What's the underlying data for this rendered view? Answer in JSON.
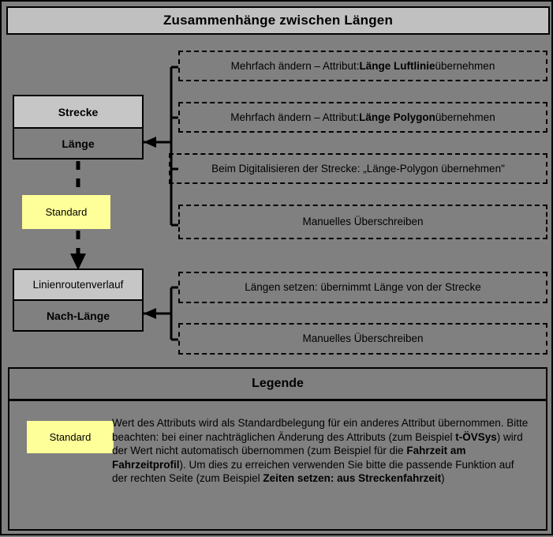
{
  "diagram": {
    "title": "Zusammenhänge zwischen Längen",
    "colors": {
      "background": "#808080",
      "title_bar": "#c0c0c0",
      "entity_header": "#c6c6c6",
      "standard_tag": "#ffff99",
      "line": "#000000"
    }
  },
  "entities": [
    {
      "id": "strecke",
      "header": "Strecke",
      "attribute": "Länge"
    },
    {
      "id": "linienroutenverlauf",
      "header": "Linienroutenverlauf",
      "attribute": "Nach-Länge"
    }
  ],
  "standard_tag_label": "Standard",
  "strecke_options": [
    {
      "text_parts": [
        {
          "t": "Mehrfach ändern – Attribut: ",
          "b": false
        },
        {
          "t": "Länge Luftlinie",
          "b": true
        },
        {
          "t": " übernehmen",
          "b": false
        }
      ]
    },
    {
      "text_parts": [
        {
          "t": "Mehrfach ändern – Attribut: ",
          "b": false
        },
        {
          "t": "Länge Polygon",
          "b": true
        },
        {
          "t": " übernehmen",
          "b": false
        }
      ]
    },
    {
      "text_parts": [
        {
          "t": "Beim Digitalisieren der Strecke: „Länge-Polygon übernehmen\"",
          "b": false
        }
      ]
    },
    {
      "text_parts": [
        {
          "t": "Manuelles Überschreiben",
          "b": false
        }
      ]
    }
  ],
  "linie_options": [
    {
      "text_parts": [
        {
          "t": "Längen setzen: übernimmt Länge von der Strecke",
          "b": false
        }
      ]
    },
    {
      "text_parts": [
        {
          "t": "Manuelles Überschreiben",
          "b": false
        }
      ]
    }
  ],
  "legend": {
    "title": "Legende",
    "standard_label": "Standard",
    "description_parts": [
      {
        "t": "Wert des Attributs wird als Standardbelegung für ein anderes Attribut übernommen. Bitte beachten: bei einer nachträglichen Änderung des Attributs (zum Beispiel ",
        "b": false
      },
      {
        "t": "t-ÖVSys",
        "b": true
      },
      {
        "t": ") wird der Wert nicht automatisch übernommen (zum Beispiel für die ",
        "b": false
      },
      {
        "t": "Fahrzeit am Fahrzeitprofil",
        "b": true
      },
      {
        "t": "). Um dies zu erreichen verwenden Sie bitte die passende Funktion auf der rechten Seite (zum Beispiel ",
        "b": false
      },
      {
        "t": "Zeiten setzen: aus Streckenfahrzeit",
        "b": true
      },
      {
        "t": ")",
        "b": false
      }
    ]
  }
}
